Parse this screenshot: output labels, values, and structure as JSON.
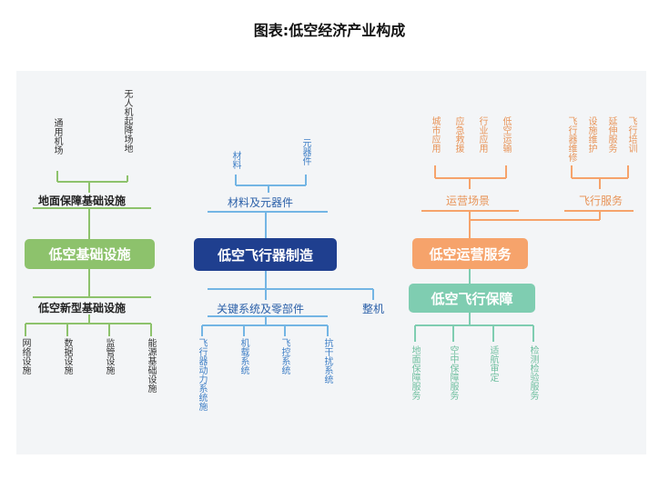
{
  "title": "图表:低空经济产业构成",
  "colors": {
    "green": "#8dc26c",
    "blue": "#1f3f8f",
    "lightblue": "#73b5e4",
    "orange": "#f6a36b",
    "teal": "#7fcdb1",
    "dark": "#333333"
  },
  "infra": {
    "main": "低空基础设施",
    "ground": "地面保障基础设施",
    "new": "低空新型基础设施",
    "ground_items": [
      "通用机场",
      "无人机起降场地"
    ],
    "new_items": [
      "网络设施",
      "数据设施",
      "监管设施",
      "能源基础设施"
    ]
  },
  "manufacturing": {
    "main": "低空飞行器制造",
    "materials": "材料及元器件",
    "key_systems": "关键系统及零部件",
    "whole": "整机",
    "material_items": [
      "材料",
      "元器件"
    ],
    "key_items": [
      "飞行器动力系统施",
      "机载系统",
      "飞控系统",
      "抗干扰系统"
    ]
  },
  "operations": {
    "main": "低空运营服务",
    "scenes": "运营场景",
    "flight_service": "飞行服务",
    "scene_items": [
      "城市应用",
      "应急救援",
      "行业应用",
      "低空运输"
    ],
    "service_items": [
      "飞行器维修",
      "设施维护",
      "延伸服务",
      "飞行培训"
    ]
  },
  "support": {
    "main": "低空飞行保障",
    "items": [
      "地面保障服务",
      "空中保障服务",
      "适航审定",
      "检测检验服务"
    ]
  }
}
